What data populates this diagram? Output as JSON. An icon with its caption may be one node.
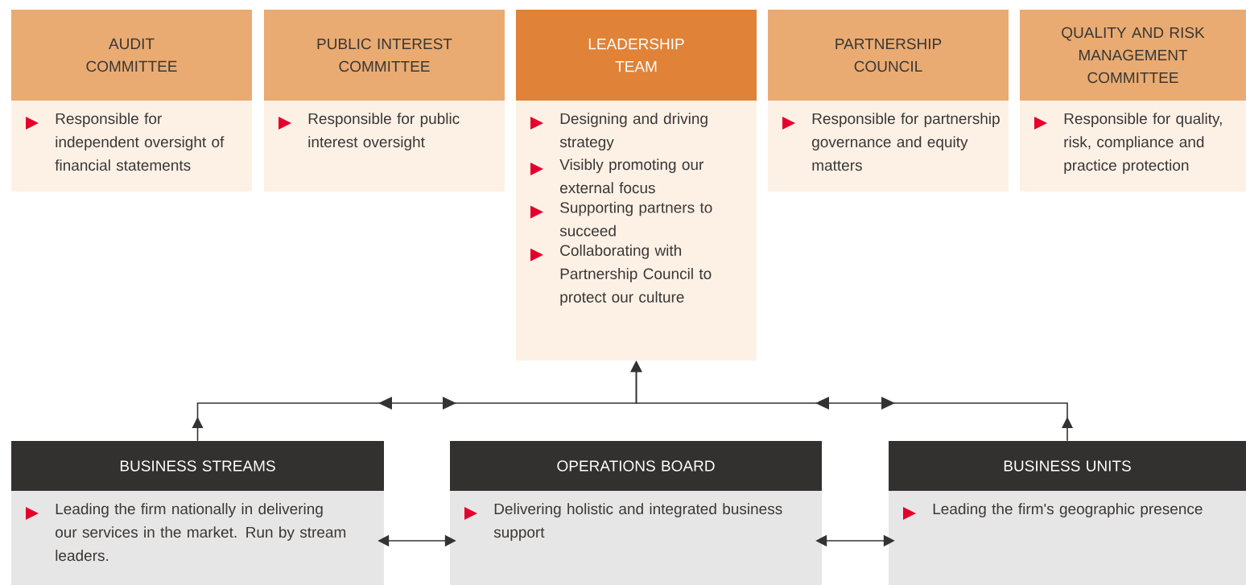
{
  "diagram": {
    "nodes": [
      {
        "text": [
          "AUDIT COMMITTEE",
          "Responsible for independent oversight of financial statements"
        ]
      },
      {
        "text": [
          "PUBLIC INTEREST COMMITTEE",
          "Responsible for public interest oversight"
        ]
      },
      {
        "text": [
          "LEADERSHIP TEAM",
          "Designing and driving strategy",
          "Visibly promoting our external focus",
          "Supporting partners to succeed",
          "Collaborating with Partnership Council to protect our culture"
        ]
      },
      {
        "text": [
          "PARTNERSHIP COUNCIL",
          "Responsible for partnership governance and equity matters"
        ]
      },
      {
        "text": [
          "QUALITY AND RISK MANAGEMENT COMMITTEE",
          "Responsible for quality, risk, compliance and practice protection"
        ]
      },
      {
        "text": [
          "BUSINESS STREAMS",
          "Leading the firm nationally in delivering our services in the market. Run by stream leaders."
        ]
      },
      {
        "text": [
          "OPERATIONS BOARD",
          "Delivering holistic and integrated business support"
        ]
      },
      {
        "text": [
          "BUSINESS UNITS",
          "Leading the firm's geographic presence"
        ]
      }
    ],
    "edges": [
      {
        "from": 5,
        "to": 2,
        "arrow": "to"
      },
      {
        "from": 7,
        "to": 2,
        "arrow": "to"
      },
      {
        "from": 5,
        "to": 6,
        "arrow": "both"
      },
      {
        "from": 6,
        "to": 7,
        "arrow": "both"
      }
    ]
  }
}
